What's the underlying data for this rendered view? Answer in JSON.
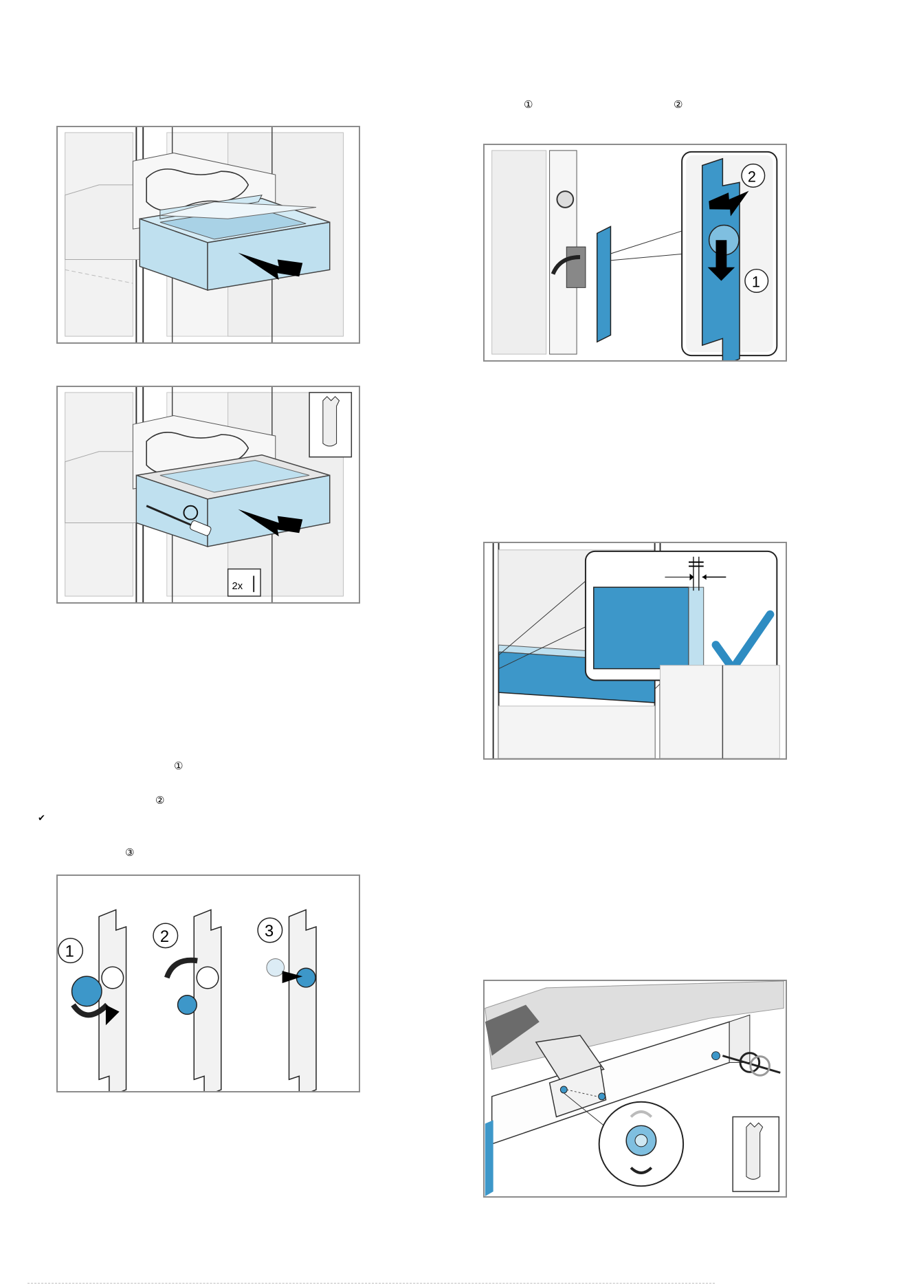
{
  "step_markers": {
    "m1": "①",
    "m2": "②",
    "m3": "③",
    "check": "✔",
    "r1": "①",
    "r2": "②"
  },
  "figures": {
    "fig_tool_badge_1": {
      "label": "2x"
    },
    "fig_clip": {
      "callouts": [
        "2",
        "1"
      ]
    },
    "fig_screws": {
      "callouts": [
        "1",
        "2",
        "3"
      ]
    }
  },
  "colors": {
    "accent_blue": "#3d97c9",
    "light_blue": "#bfe0ef",
    "frame_gray": "#8c8c8c",
    "check_blue": "#2e8cc2"
  }
}
